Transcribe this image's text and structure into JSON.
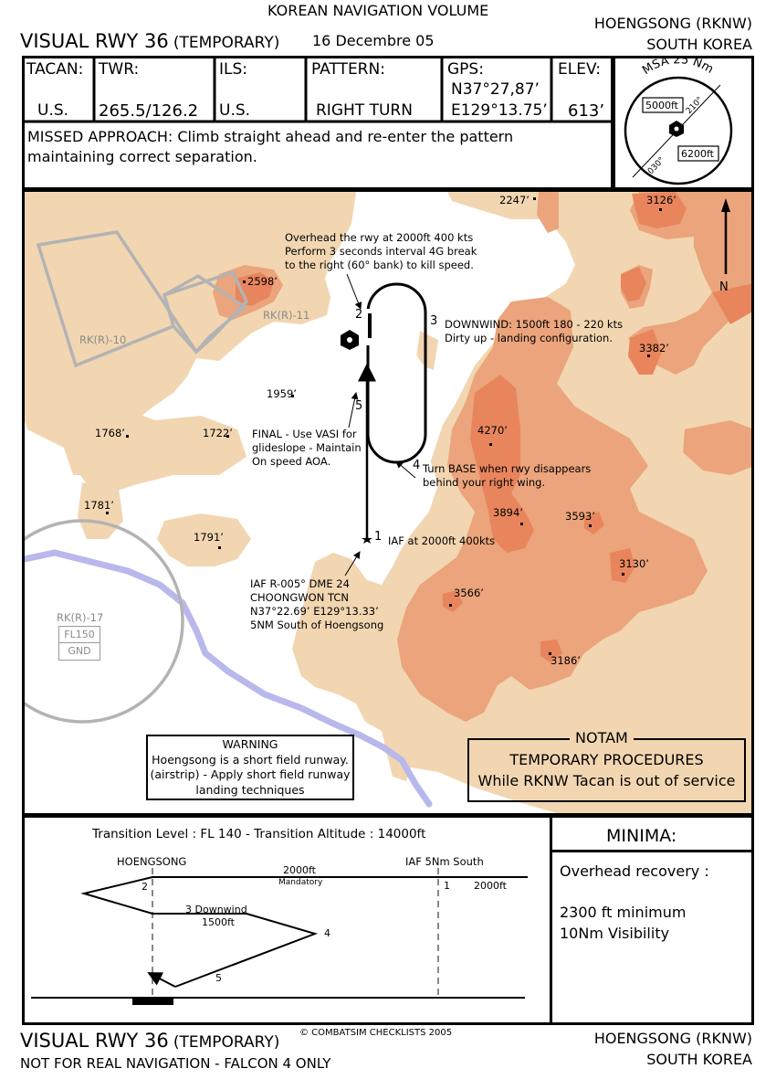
{
  "header": {
    "volume": "KOREAN NAVIGATION VOLUME",
    "title": "VISUAL RWY 36",
    "title_suffix": "(TEMPORARY)",
    "date": "16 Decembre 05",
    "airport": "HOENGSONG (RKNW)",
    "country": "SOUTH KOREA"
  },
  "info": {
    "tacan_label": "TACAN:",
    "tacan_value": "U.S.",
    "twr_label": "TWR:",
    "twr_value": "265.5/126.2",
    "ils_label": "ILS:",
    "ils_value": "U.S.",
    "pattern_label": "PATTERN:",
    "pattern_value": "RIGHT TURN",
    "gps_label": "GPS:",
    "gps_lat": "N37°27,87’",
    "gps_lon": "E129°13.75’",
    "elev_label": "ELEV:",
    "elev_value": "613’",
    "missed_approach": "MISSED APPROACH: Climb straight ahead and re-enter the pattern maintaining correct separation."
  },
  "msa": {
    "title": "MSA 25 Nm",
    "radial_a": "210°",
    "radial_b": "030°",
    "alt_a": "5000ft",
    "alt_b": "6200ft"
  },
  "map": {
    "north": "N",
    "elevations": [
      "2247’",
      "3126’",
      "2598’",
      "3382’",
      "1959’",
      "4270’",
      "1768’",
      "1722’",
      "1781’",
      "3894’",
      "3593’",
      "1791’",
      "3130’",
      "3566’",
      "3186’"
    ],
    "airspace": [
      "RK(R)-10",
      "RK(R)-11",
      "RK(R)-17"
    ],
    "fl_top": "FL150",
    "fl_bottom": "GND",
    "overhead_note": [
      "Overhead the rwy at 2000ft 400 kts",
      "Perform 3 seconds interval 4G break",
      "to the right (60° bank) to kill speed."
    ],
    "downwind_note": [
      "DOWNWIND: 1500ft 180 - 220 kts",
      "Dirty up - landing configuration."
    ],
    "final_note": [
      "FINAL - Use VASI for",
      "glideslope - Maintain",
      "On speed AOA."
    ],
    "base_note": [
      "Turn BASE when rwy disappears",
      "behind your right wing."
    ],
    "iaf_note": "IAF at 2000ft 400kts",
    "iaf_def": [
      "IAF R-005° DME 24",
      "CHOONGWON TCN",
      "N37°22.69’ E129°13.33’",
      "5NM South of Hoengsong"
    ],
    "points": [
      "1",
      "2",
      "3",
      "4",
      "5"
    ]
  },
  "warning": {
    "title": "WARNING",
    "lines": [
      "Hoengsong is a short field runway.",
      "(airstrip) - Apply short field runway",
      "landing techniques"
    ]
  },
  "notam": {
    "title": "NOTAM",
    "lines": [
      "TEMPORARY PROCEDURES",
      "While RKNW Tacan is out of service"
    ]
  },
  "profile": {
    "transition": "Transition Level : FL 140  -  Transition Altitude : 14000ft",
    "hoengsong": "HOENGSONG",
    "iaf": "IAF  5Nm South",
    "alt_2000": "2000ft",
    "mandatory": "Mandatory",
    "alt_2000_b": "2000ft",
    "downwind": "3 Downwind",
    "alt_1500": "1500ft",
    "p1": "1",
    "p2": "2",
    "p4": "4",
    "p5": "5"
  },
  "minima": {
    "title": "MINIMA:",
    "recovery": "Overhead recovery :",
    "line1": "2300 ft minimum",
    "line2": "10Nm Visibility"
  },
  "footer": {
    "title": "VISUAL RWY 36",
    "title_suffix": "(TEMPORARY)",
    "copyright": "© COMBATSIM CHECKLISTS 2005",
    "disclaimer": "NOT FOR REAL NAVIGATION - FALCON 4 ONLY",
    "airport": "HOENGSONG (RKNW)",
    "country": "SOUTH KOREA"
  },
  "colors": {
    "terrain_low": "#f2d6b1",
    "terrain_mid": "#eba47b",
    "terrain_high": "#e8855d",
    "river": "#b8b8ec",
    "airspace": "#b3b3b3"
  }
}
